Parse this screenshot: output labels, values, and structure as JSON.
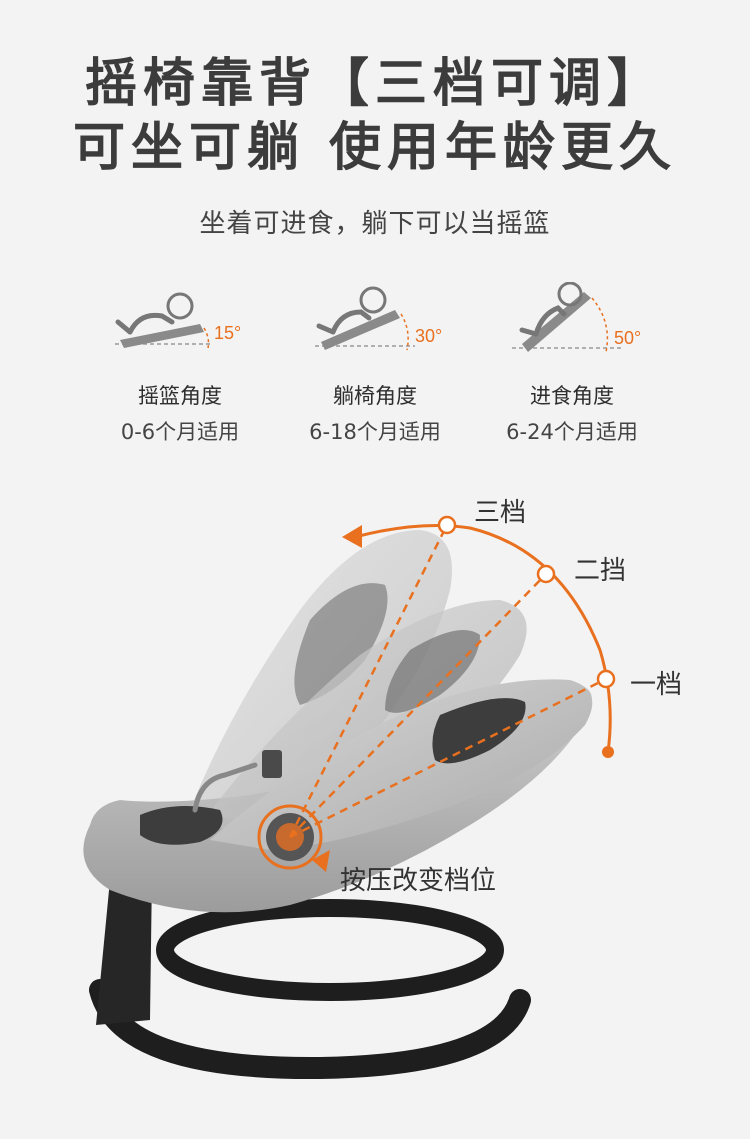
{
  "headline": {
    "line1": "摇椅靠背【三档可调】",
    "line2": "可坐可躺 使用年龄更久"
  },
  "subtitle": "坐着可进食，躺下可以当摇篮",
  "modes": [
    {
      "angle": "15°",
      "title": "摇篮角度",
      "range": "0-6个月适用"
    },
    {
      "angle": "30°",
      "title": "躺椅角度",
      "range": "6-18个月适用"
    },
    {
      "angle": "50°",
      "title": "进食角度",
      "range": "6-24个月适用"
    }
  ],
  "gears": {
    "third": "三档",
    "second": "二挡",
    "first": "一档"
  },
  "press_label": "按压改变档位",
  "colors": {
    "accent": "#e8701f",
    "text_dark": "#3c3c3c",
    "fabric": "#bdbdbd",
    "frame": "#1e1e1e"
  },
  "icons": [
    "baby-recline-icon",
    "angle-arc-icon",
    "gear-button-icon"
  ]
}
